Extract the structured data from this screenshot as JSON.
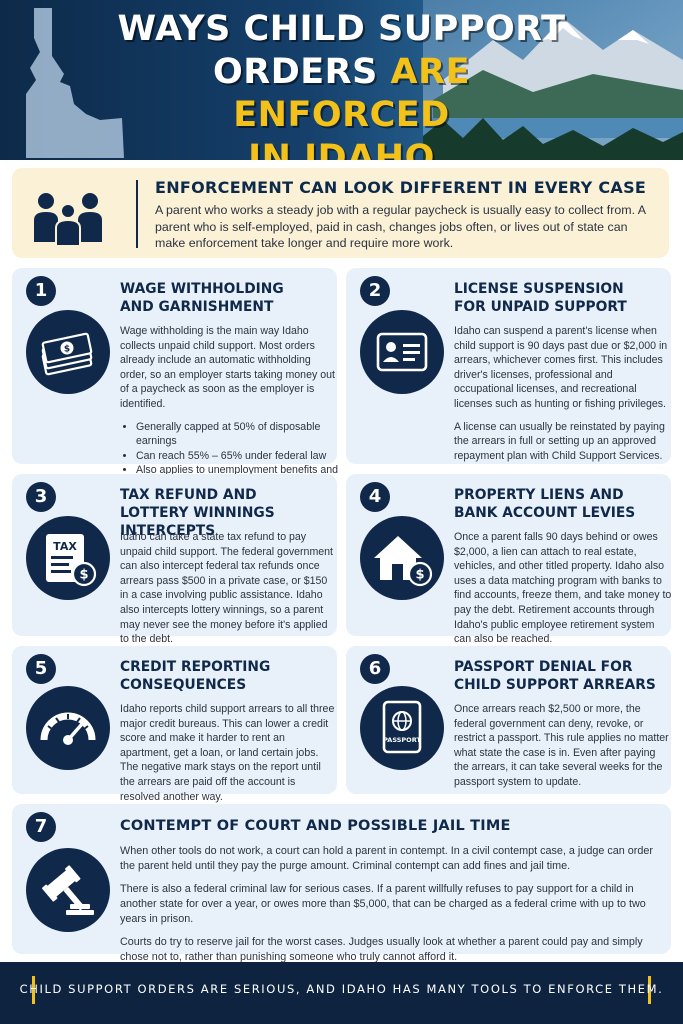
{
  "header": {
    "title_line1": "WAYS CHILD SUPPORT",
    "title_line2_white": "ORDERS",
    "title_line2_yellow": "ARE ENFORCED",
    "title_line3": "IN IDAHO"
  },
  "intro": {
    "icon": "family-icon",
    "title": "ENFORCEMENT CAN LOOK DIFFERENT IN EVERY CASE",
    "text": "A parent who works a steady job with a regular paycheck is usually easy to collect from. A parent who is self-employed, paid in cash, changes jobs often, or lives out of state can make enforcement take longer and require more work."
  },
  "cards": [
    {
      "number": "1",
      "icon": "cash-stack-icon",
      "title_line1": "WAGE WITHHOLDING",
      "title_line2": "AND GARNISHMENT",
      "text": "Wage withholding is the main way Idaho collects unpaid child support. Most orders already include an automatic withholding order, so an employer starts taking money out of a paycheck as soon as the employer is identified.",
      "bullets": [
        "Generally capped at 50% of disposable earnings",
        "Can reach 55% – 65% under federal law",
        "Also applies to unemployment benefits and workers' compensation"
      ]
    },
    {
      "number": "2",
      "icon": "id-card-icon",
      "title_line1": "LICENSE SUSPENSION",
      "title_line2": "FOR UNPAID SUPPORT",
      "text": "Idaho can suspend a parent's license when child support is 90 days past due or $2,000 in arrears, whichever comes first. This includes driver's licenses, professional and occupational licenses, and recreational licenses such as hunting or fishing privileges.",
      "text2": "A license can usually be reinstated by paying the arrears in full or setting up an approved repayment plan with Child Support Services."
    },
    {
      "number": "3",
      "icon": "tax-document-icon",
      "icon_label": "TAX",
      "title_line1": "TAX REFUND AND",
      "title_line2": "LOTTERY WINNINGS INTERCEPTS",
      "text": "Idaho can take a state tax refund to pay unpaid child support. The federal government can also intercept federal tax refunds once arrears pass $500 in a private case, or $150 in a case involving public assistance. Idaho also intercepts lottery winnings, so a parent may never see the money before it's applied to the debt."
    },
    {
      "number": "4",
      "icon": "house-lien-icon",
      "title_line1": "PROPERTY LIENS AND",
      "title_line2": "BANK ACCOUNT LEVIES",
      "text": "Once a parent falls 90 days behind or owes $2,000, a lien can attach to real estate, vehicles, and other titled property. Idaho also uses a data matching program with banks to find accounts, freeze them, and take money to pay the debt. Retirement accounts through Idaho's public employee retirement system can also be reached."
    },
    {
      "number": "5",
      "icon": "credit-gauge-icon",
      "title_line1": "CREDIT REPORTING",
      "title_line2": "CONSEQUENCES",
      "text": "Idaho reports child support arrears to all three major credit bureaus. This can lower a credit score and make it harder to rent an apartment, get a loan, or land certain jobs. The negative mark stays on the report until the arrears are paid off the account is resolved another way."
    },
    {
      "number": "6",
      "icon": "passport-icon",
      "icon_label": "PASSPORT",
      "title_line1": "PASSPORT DENIAL FOR",
      "title_line2": "CHILD SUPPORT ARREARS",
      "text": "Once arrears reach $2,500 or more, the federal government can deny, revoke, or restrict a passport. This rule applies no matter what state the case is in. Even after paying the arrears, it can take several weeks for the passport system to update."
    }
  ],
  "card7": {
    "number": "7",
    "icon": "gavel-icon",
    "title": "CONTEMPT OF COURT AND POSSIBLE JAIL TIME",
    "paragraphs": [
      "When other tools do not work, a court can hold a parent in contempt. In a civil contempt case, a judge can order the parent held until they pay the purge amount. Criminal contempt can add fines and jail time.",
      "There is also a federal criminal law for serious cases. If a parent willfully refuses to pay support for a child in another state for over a year, or owes more than $5,000, that can be charged as a federal crime with up to two years in prison.",
      "Courts do try to reserve jail for the worst cases. Judges usually look at whether a parent could pay and simply chose not to, rather than punishing someone who truly cannot afford it."
    ]
  },
  "footer": {
    "text": "CHILD SUPPORT ORDERS ARE SERIOUS, AND IDAHO HAS MANY TOOLS TO ENFORCE THEM."
  },
  "colors": {
    "navy": "#10294a",
    "accent_yellow": "#f2c21b",
    "card_bg": "#e8f1fa",
    "intro_bg": "#fbf1d6"
  }
}
